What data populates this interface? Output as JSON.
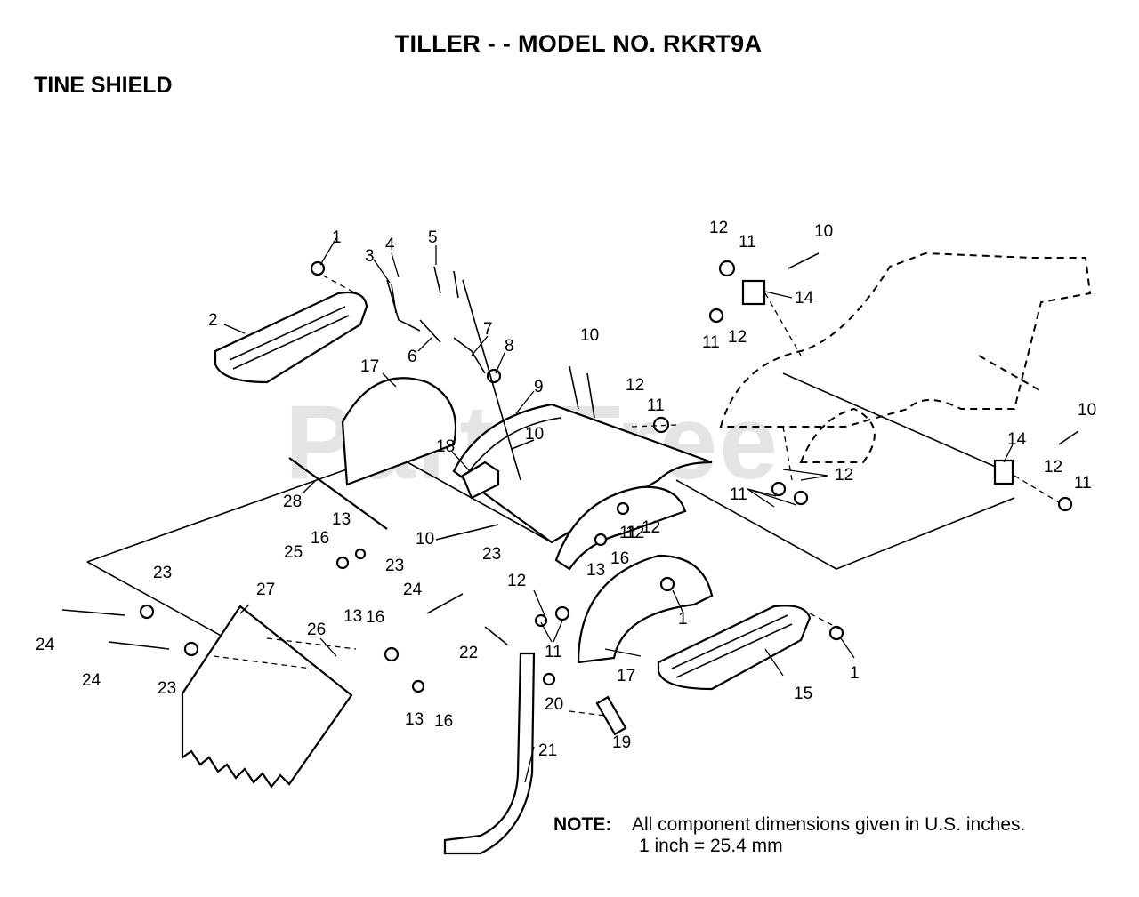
{
  "title": "TILLER - - MODEL NO. RKRT9A",
  "section": "TINE SHIELD",
  "watermark": "PartsTree",
  "note": {
    "label": "NOTE:",
    "line1": "All component dimensions given in U.S. inches.",
    "line2": "1 inch = 25.4 mm"
  },
  "callouts": [
    "1",
    "2",
    "3",
    "4",
    "5",
    "6",
    "7",
    "8",
    "9",
    "10",
    "10",
    "10",
    "10",
    "10",
    "11",
    "11",
    "11",
    "11",
    "11",
    "11",
    "11",
    "12",
    "12",
    "12",
    "12",
    "12",
    "12",
    "12",
    "12",
    "13",
    "13",
    "13",
    "13",
    "14",
    "14",
    "15",
    "16",
    "16",
    "16",
    "16",
    "17",
    "17",
    "18",
    "19",
    "20",
    "21",
    "22",
    "23",
    "23",
    "23",
    "23",
    "24",
    "24",
    "24",
    "25",
    "26",
    "27",
    "28",
    "1",
    "1"
  ]
}
